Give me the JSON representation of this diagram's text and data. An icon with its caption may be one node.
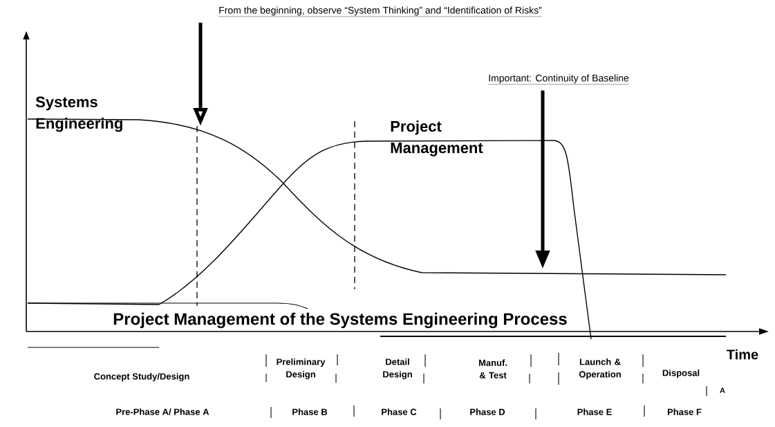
{
  "diagram": {
    "nodes": [
      {
        "text": [
          "From the beginning, observe “System Thinking” and “Identification of Risks”"
        ]
      },
      {
        "text": [
          "Important: Continuity of Baseline"
        ]
      }
    ],
    "edges": [
      {
        "from": 0,
        "to": null,
        "arrow": "to"
      },
      {
        "from": 1,
        "to": null,
        "arrow": "to"
      }
    ],
    "labels": [
      "Systems Engineering",
      "Project Management",
      "Project Management of the Systems Engineering Process",
      "Time",
      "Concept Study/Design",
      "Preliminary Design",
      "Detail Design",
      "Manuf. & Test",
      "Launch & Operation",
      "Disposal",
      "A",
      "Pre-Phase A/ Phase A",
      "Phase B",
      "Phase C",
      "Phase D",
      "Phase E",
      "Phase F"
    ]
  }
}
